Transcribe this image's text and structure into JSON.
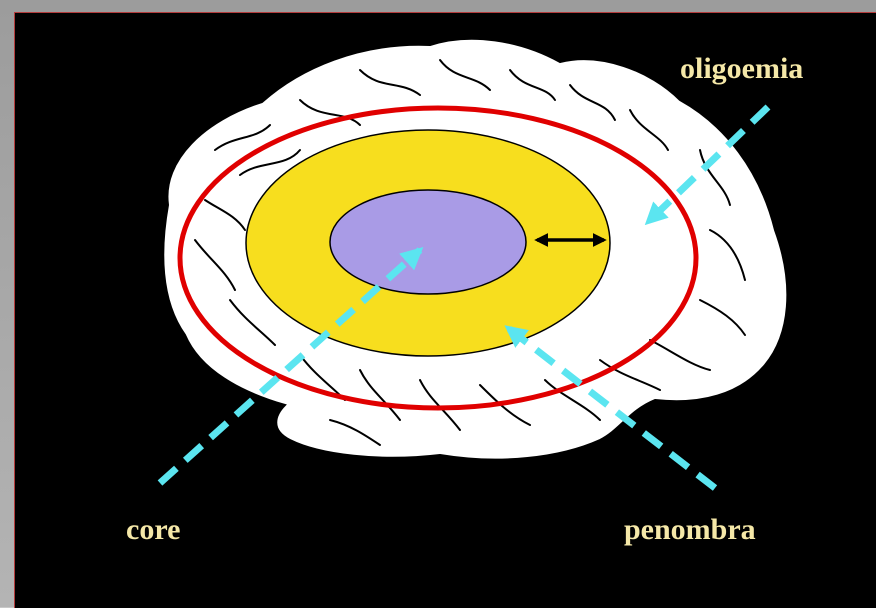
{
  "labels": {
    "oligoemia": "oligoemia",
    "core": "core",
    "penombra": "penombra"
  },
  "colors": {
    "background": "#000000",
    "brain_fill": "#ffffff",
    "brain_outline": "#000000",
    "penumbra_fill": "#f7de1e",
    "core_fill": "#a99be6",
    "oligoemia_ring": "#e00000",
    "pointer_arrows": "#5be5f0",
    "label_text": "#f5e8a8",
    "double_arrow": "#000000"
  }
}
